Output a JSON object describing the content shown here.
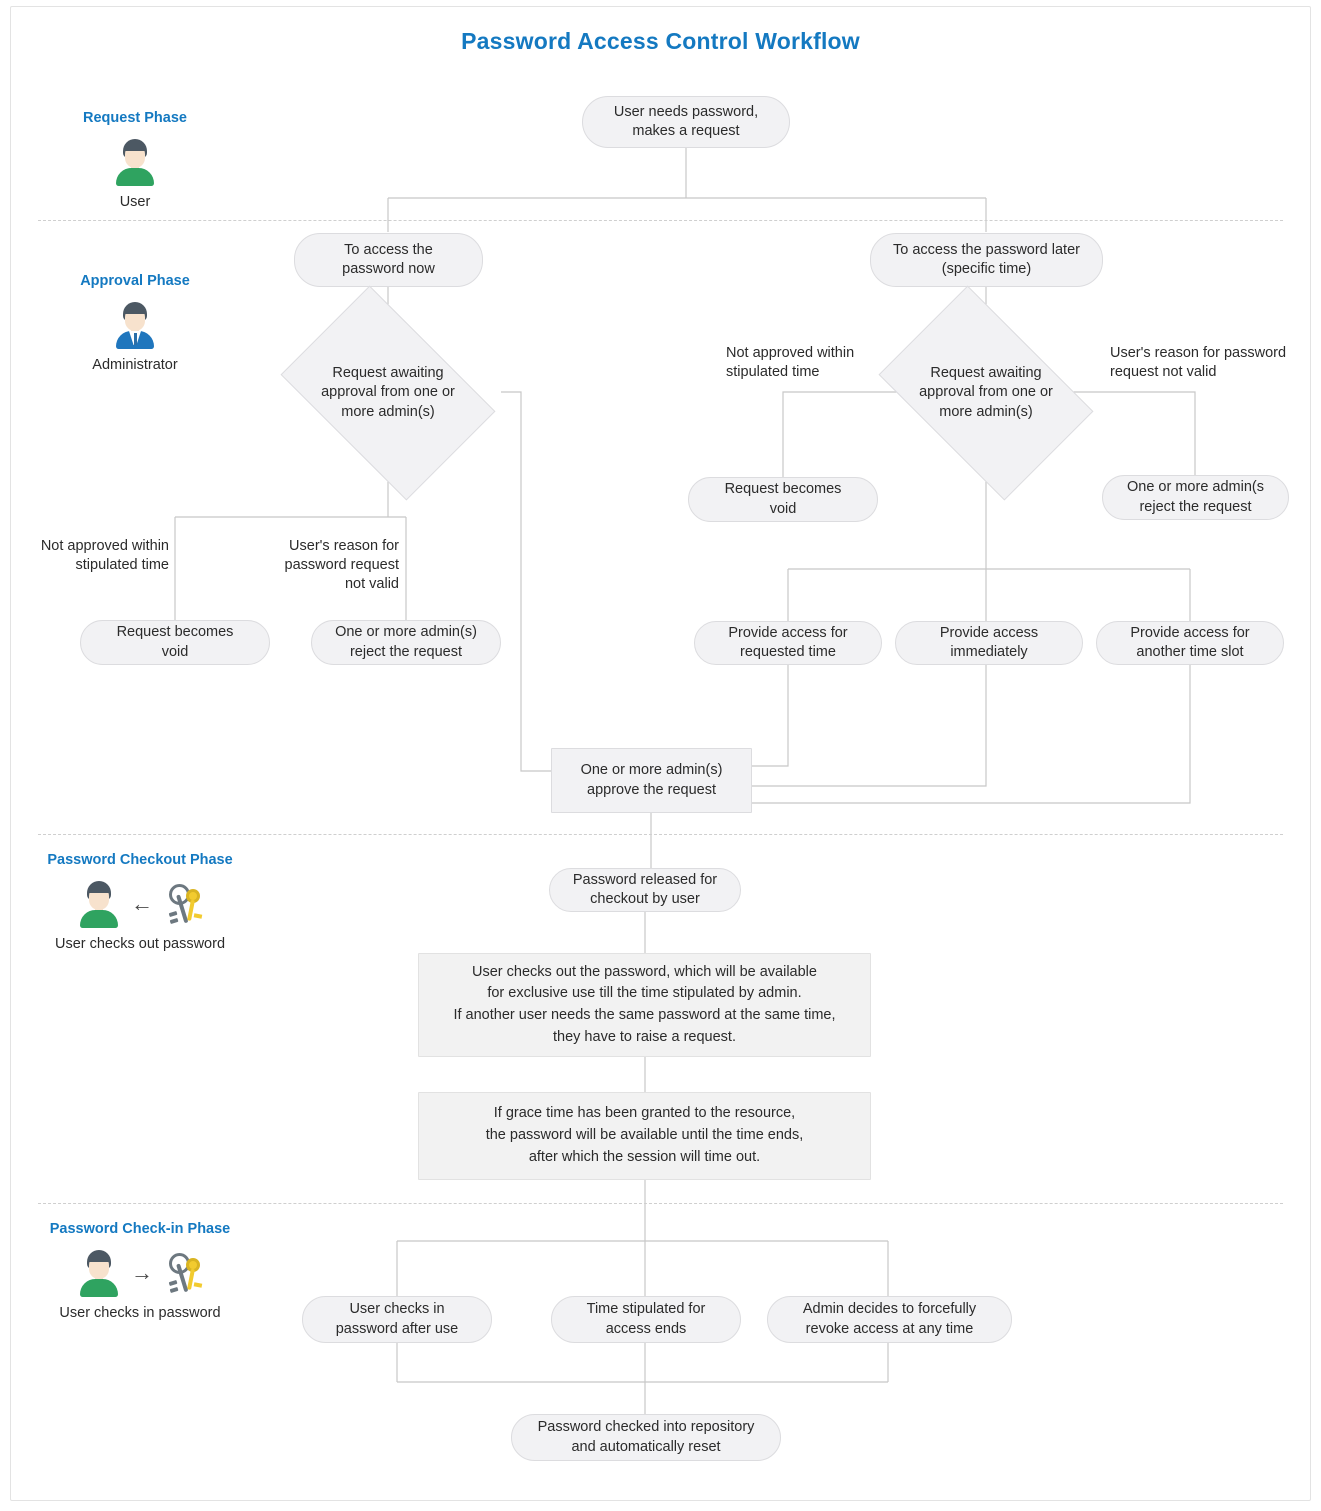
{
  "diagram": {
    "title": "Password Access Control Workflow",
    "accent_color": "#1479c1",
    "node_fill": "#f2f2f4",
    "node_border": "#dcdcdf",
    "connector_color": "#c8c8c8",
    "lane_separator_color": "#cfcfcf"
  },
  "phases": [
    {
      "title": "Request Phase",
      "caption": "User",
      "icon": "user-avatar"
    },
    {
      "title": "Approval Phase",
      "caption": "Administrator",
      "icon": "administrator-avatar"
    },
    {
      "title": "Password Checkout Phase",
      "caption": "User checks out password",
      "icon": "user-avatar-left-arrow-keys",
      "arrow": "←"
    },
    {
      "title": "Password Check-in Phase",
      "caption": "User checks in password",
      "icon": "user-avatar-right-arrow-keys",
      "arrow": "→"
    }
  ],
  "nodes": {
    "start": "User needs password,\nmakes a request",
    "access_now": "To access the\npassword now",
    "access_later": "To access the password later\n(specific time)",
    "decision_left": "Request awaiting\napproval from one or\nmore admin(s)",
    "decision_right": "Request awaiting\napproval from one or\nmore admin(s)",
    "void_left": "Request becomes\nvoid",
    "reject_left": "One or more admin(s)\nreject the request",
    "void_right": "Request becomes\nvoid",
    "reject_right": "One or more admin(s\nreject the request",
    "provide_requested": "Provide access for\nrequested time",
    "provide_immediate": "Provide access\nimmediately",
    "provide_another": "Provide access for\nanother time slot",
    "approve": "One or more admin(s)\napprove the request",
    "released": "Password released for\ncheckout by user",
    "checkout_note": "User checks out the password, which will be available\nfor exclusive use till the time stipulated by admin.\nIf another user needs the same password at the same time,\nthey have to raise a request.",
    "grace_note": "If grace time has been granted to the resource,\nthe password will be available until the time ends,\nafter which the session will time out.",
    "checkin_user": "User checks in\npassword after use",
    "checkin_time": "Time stipulated for\naccess ends",
    "checkin_admin": "Admin decides to forcefully\nrevoke access at any time",
    "checked_in": "Password checked into repository\nand automatically reset"
  },
  "edge_labels": {
    "left_not_approved": "Not approved within\nstipulated time",
    "left_reason_invalid": "User's reason for\npassword request\nnot valid",
    "right_not_approved": "Not approved within\nstipulated time",
    "right_reason_invalid": "User's reason for password\nrequest not valid"
  }
}
